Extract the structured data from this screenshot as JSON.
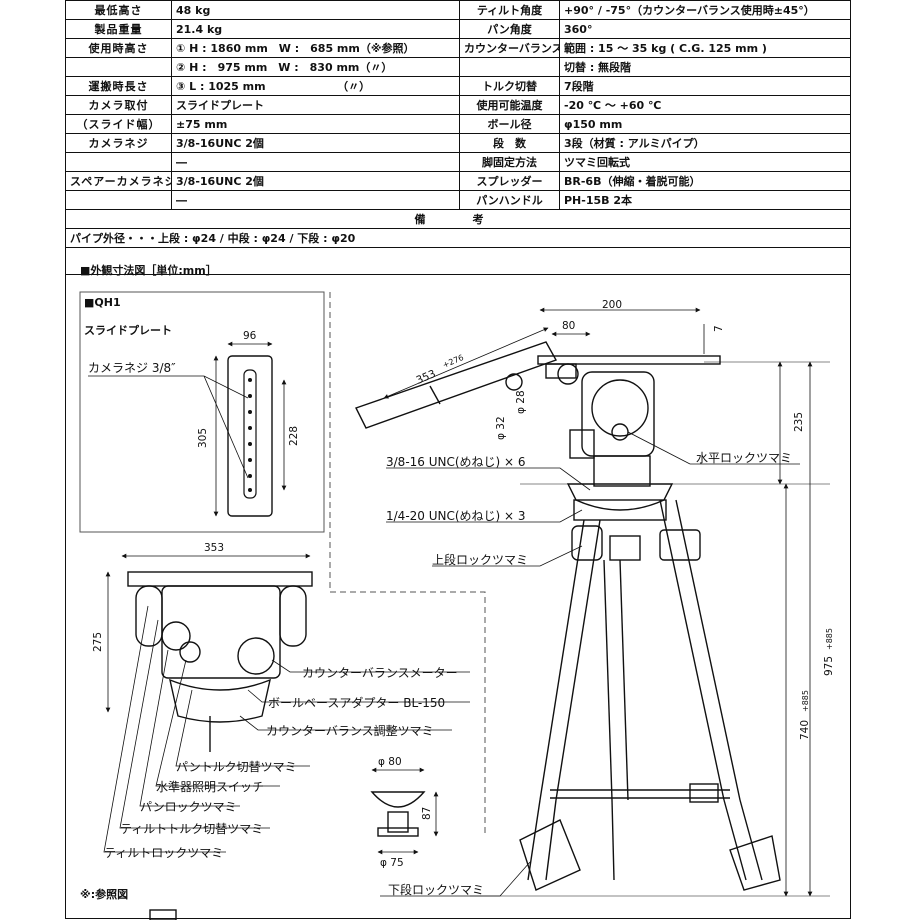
{
  "spec_rows": [
    {
      "l_label": "最低高さ",
      "l_value": "48 kg",
      "r_label": "ティルト角度",
      "r_value": "+90° / -75°（カウンターバランス使用時±45°）"
    },
    {
      "l_label": "製品重量",
      "l_value": "21.4 kg",
      "r_label": "パン角度",
      "r_value": "360°"
    },
    {
      "l_label": "使用時高さ",
      "l_value": "① H : 1860 mm　W :　685 mm（※参照）",
      "r_label": "カウンターバランス",
      "r_value": "範囲 : 15 ～ 35 kg ( C.G. 125 mm )"
    },
    {
      "l_label": "",
      "l_value": "② H :　975 mm　W :　830 mm（〃）",
      "r_label": "",
      "r_value": "切替 : 無段階"
    },
    {
      "l_label": "運搬時長さ",
      "l_value": "③ L : 1025 mm　　　　　　　（〃）",
      "r_label": "トルク切替",
      "r_value": "7段階"
    },
    {
      "l_label": "カメラ取付",
      "l_value": "スライドプレート",
      "r_label": "使用可能温度",
      "r_value": "-20 ℃ ～ +60 ℃"
    },
    {
      "l_label": "（スライド幅）",
      "l_value": "±75 mm",
      "r_label": "ボール径",
      "r_value": "φ150 mm"
    },
    {
      "l_label": "カメラネジ",
      "l_value": "3/8-16UNC 2個",
      "r_label": "段　数",
      "r_value": "3段（材質 : アルミパイプ）"
    },
    {
      "l_label": "",
      "l_value": "―",
      "r_label": "脚固定方法",
      "r_value": "ツマミ回転式"
    },
    {
      "l_label": "スペアーカメラネジ",
      "l_value": "3/8-16UNC 2個",
      "r_label": "スプレッダー",
      "r_value": "BR-6B（伸縮・着脱可能）"
    },
    {
      "l_label": "",
      "l_value": "―",
      "r_label": "パンハンドル",
      "r_value": "PH-15B 2本"
    }
  ],
  "remarks": {
    "title": "備　考",
    "text": "パイプ外径・・・上段 : φ24 / 中段 : φ24 / 下段 : φ20"
  },
  "section_title": "■外観寸法図［単位:mm］",
  "model_box": {
    "title": "■QH1",
    "subtitle": "スライドプレート"
  },
  "labels": {
    "camera_screw": "カメラネジ 3/8″",
    "screw_3_8_x6": "3/8-16 UNC(めねじ) × 6",
    "screw_1_4_x3": "1/4-20 UNC(めねじ) × 3",
    "horizontal_lock": "水平ロックツマミ",
    "upper_lock": "上段ロックツマミ",
    "cb_meter": "カウンターバランスメーター",
    "ball_adapter": "ボールベースアダプター BL-150",
    "cb_adjust": "カウンターバランス調整ツマミ",
    "pan_torque": "パントルク切替ツマミ",
    "level_light": "水準器照明スイッチ",
    "pan_lock": "パンロックツマミ",
    "tilt_torque": "ティルトトルク切替ツマミ",
    "tilt_lock": "ティルトロックツマミ",
    "lower_lock": "下段ロックツマミ",
    "reference_note": "※:参照図"
  },
  "dims": {
    "d96": "96",
    "d305": "305",
    "d228": "228",
    "d353": "353",
    "d275": "275",
    "d200": "200",
    "d80": "80",
    "d7": "7",
    "d235": "235",
    "d353_276": "353",
    "d353_276_sup": "+276",
    "d28": "φ 28",
    "d32": "φ 32",
    "d975": "975",
    "d975_sup": "+885",
    "d740": "740",
    "d740_sup": "+885",
    "d_phi80": "φ 80",
    "d87": "87",
    "d_phi75": "φ 75"
  }
}
